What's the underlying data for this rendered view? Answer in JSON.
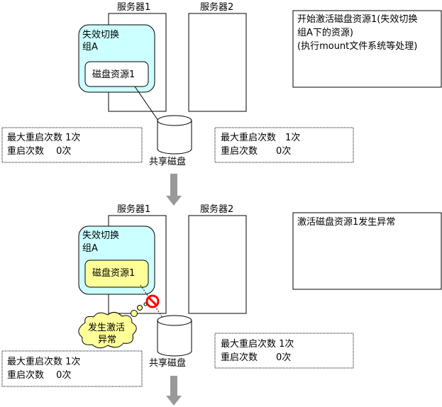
{
  "step1": {
    "server1": "服务器1",
    "server2": "服务器2",
    "group_line1": "失效切换",
    "group_line2": "组A",
    "resource": "磁盘资源1",
    "disk": "共享磁盘",
    "info_lines": [
      "开始激活磁盘资源1(失效切换",
      "组A下的资源)",
      "(执行mount文件系统等处理)"
    ],
    "left_counter": {
      "max": "最大重启次数 1次",
      "count": "重启次数　 0次"
    },
    "right_counter": {
      "max": "最大重启次数　1次",
      "count": "重启次数　　0次"
    }
  },
  "step2": {
    "server1": "服务器1",
    "server2": "服务器2",
    "group_line1": "失效切换",
    "group_line2": "组A",
    "resource": "磁盘资源1",
    "disk": "共享磁盘",
    "info_lines": [
      "激活磁盘资源1发生异常"
    ],
    "error_line1": "发生激活",
    "error_line2": "异常",
    "left_counter": {
      "max": "最大重启次数 1次",
      "count": "重启次数　 0次"
    },
    "right_counter": {
      "max": "最大重启次数 1次",
      "count": "重启次数　　0次"
    }
  },
  "colors": {
    "group": "#ccffff",
    "resource_error": "#ffff99",
    "cloud": "#ffff99",
    "arrow": "#999999",
    "prohibit": "#ff0000"
  }
}
